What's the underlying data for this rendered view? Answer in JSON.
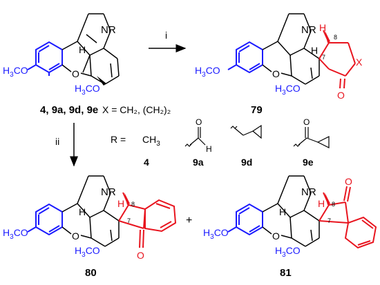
{
  "compounds": {
    "top_left_label_parts": [
      "4",
      ", ",
      "9a",
      ", ",
      "9d",
      ", ",
      "9e"
    ],
    "top_right_label": "79",
    "bottom_left_label": "80",
    "bottom_right_label": "81"
  },
  "atoms": {
    "nr": "NR",
    "h": "H",
    "o": "O",
    "h3co_left": "H",
    "h3co_left_sub": "3",
    "h3co_left_rest": "CO",
    "x": "X",
    "ketone_o": "O",
    "n7": "7",
    "n8": "8"
  },
  "arrows": {
    "step_i": "i",
    "step_ii": "ii"
  },
  "definitions": {
    "x_def": "X = CH₂, (CH₂)₂",
    "r_prefix": "R =",
    "r_ch3": "CH",
    "r_ch3_sub": "3",
    "r_labels": [
      "4",
      "9a",
      "9d",
      "9e"
    ],
    "aldehyde_o": "O",
    "aldehyde_h": "H",
    "ketone_o": "O"
  },
  "misc": {
    "plus": "+"
  },
  "colors": {
    "scaffold": "#1a1aff",
    "new_ring": "#e8141e",
    "text": "#000000"
  }
}
